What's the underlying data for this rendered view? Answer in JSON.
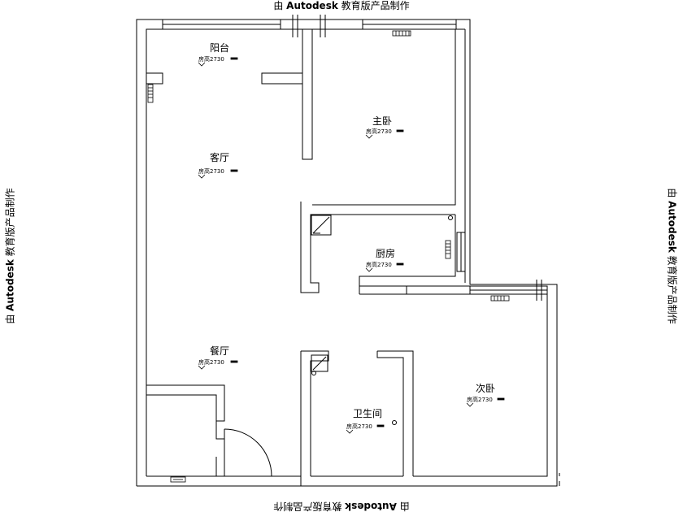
{
  "watermark": {
    "prefix": "由",
    "brand": "Autodesk",
    "suffix": "教育版产品制作"
  },
  "rooms": {
    "balcony": "阳台",
    "master_bedroom": "主卧",
    "living_room": "客厅",
    "kitchen": "厨房",
    "dining_room": "餐厅",
    "second_bedroom": "次卧",
    "bathroom": "卫生间"
  },
  "ceiling_height": "房高2730"
}
